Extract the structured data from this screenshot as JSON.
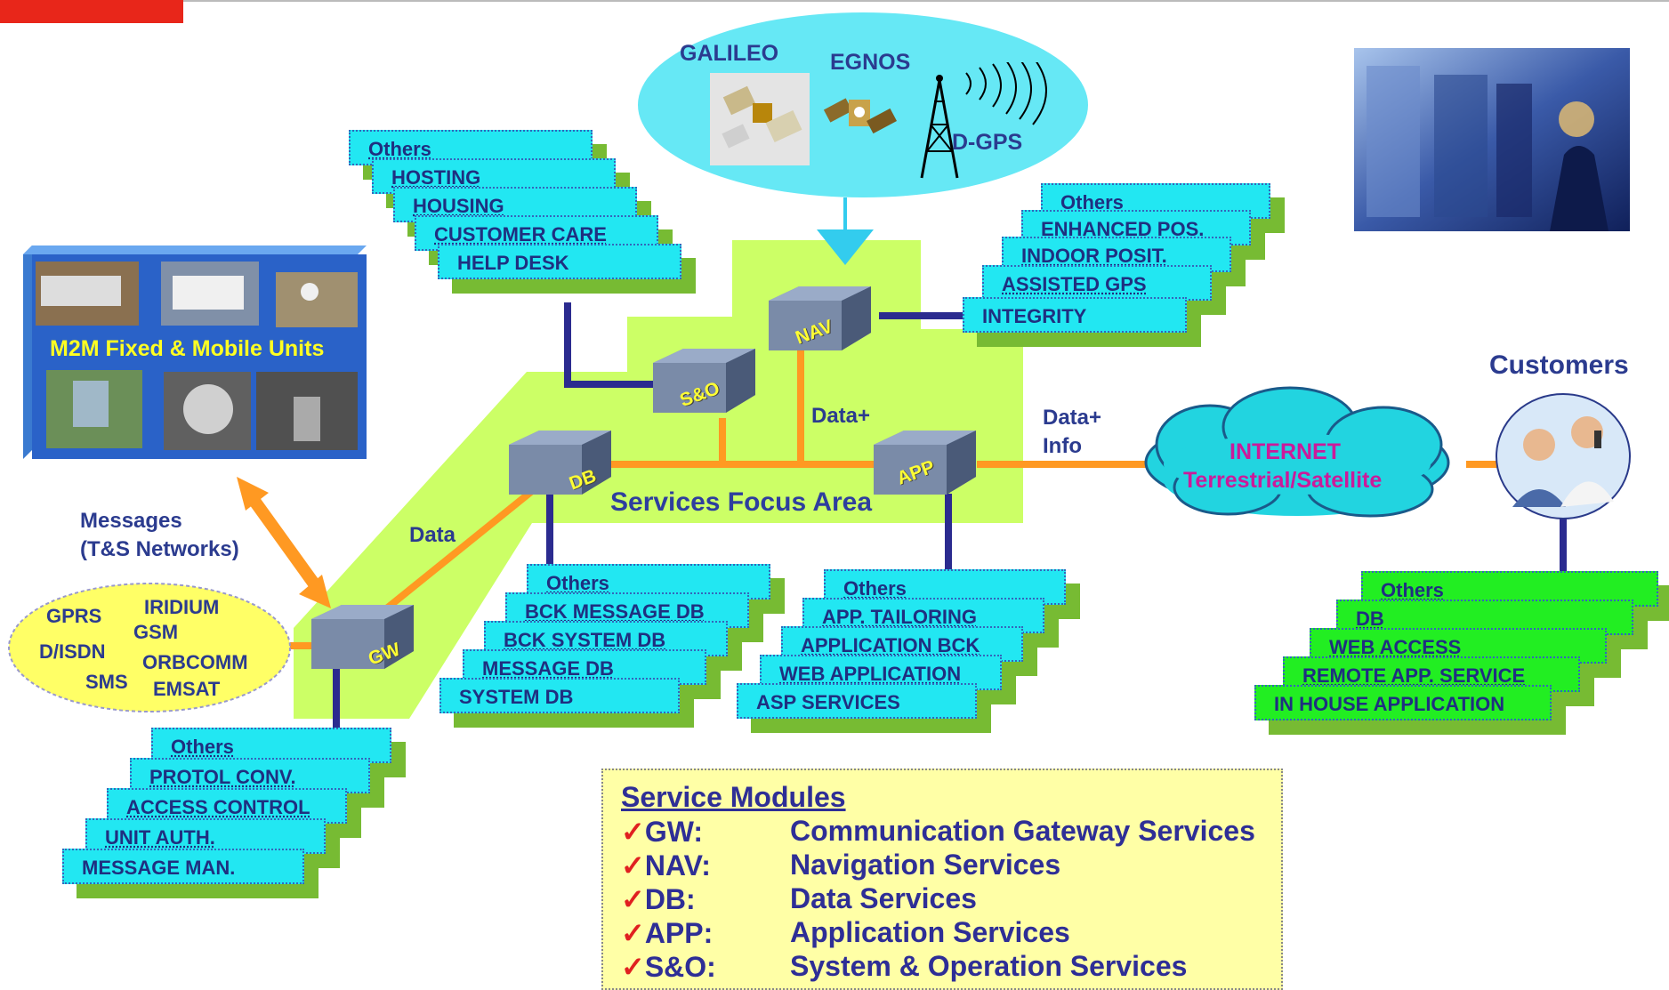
{
  "modules": {
    "gw": "GW",
    "nav": "NAV",
    "db": "DB",
    "app": "APP",
    "so": "S&O"
  },
  "satellites": {
    "galileo": "GALILEO",
    "egnos": "EGNOS",
    "dgps": "D-GPS"
  },
  "m2m": {
    "title": "M2M Fixed & Mobile Units"
  },
  "labels": {
    "messages": "Messages",
    "ts_networks": "(T&S Networks)",
    "data": "Data",
    "data_plus": "Data+",
    "data_plus_info_1": "Data+",
    "data_plus_info_2": "Info",
    "services_focus_area": "Services Focus Area",
    "customers": "Customers",
    "internet": "INTERNET",
    "terrestrial": "Terrestrial/Satellite"
  },
  "networks": [
    "GPRS",
    "IRIDIUM",
    "GSM",
    "D/ISDN",
    "ORBCOMM",
    "SMS",
    "EMSAT"
  ],
  "stacks": {
    "so": [
      "Others",
      "HOSTING",
      "HOUSING",
      "CUSTOMER CARE",
      "HELP DESK"
    ],
    "nav": [
      "Others",
      "ENHANCED POS.",
      "INDOOR POSIT.",
      "ASSISTED GPS",
      "INTEGRITY"
    ],
    "db": [
      "Others",
      "BCK MESSAGE DB",
      "BCK SYSTEM DB",
      "MESSAGE DB",
      "SYSTEM DB"
    ],
    "app": [
      "Others",
      "APP. TAILORING",
      "APPLICATION BCK",
      "WEB APPLICATION",
      "ASP SERVICES"
    ],
    "gw": [
      "Others",
      "PROTOL CONV.",
      "ACCESS CONTROL",
      "UNIT AUTH.",
      "MESSAGE MAN."
    ],
    "customer": [
      "Others",
      "DB",
      "WEB ACCESS",
      "REMOTE APP. SERVICE",
      "IN HOUSE APPLICATION"
    ]
  },
  "legend": {
    "title": "Service Modules",
    "check": "✓",
    "rows": [
      {
        "key": "GW:",
        "desc": "Communication Gateway Services"
      },
      {
        "key": "NAV:",
        "desc": "Navigation Services"
      },
      {
        "key": "DB:",
        "desc": "Data Services"
      },
      {
        "key": "APP:",
        "desc": "Application Services"
      },
      {
        "key": "S&O:",
        "desc": "System & Operation Services"
      }
    ]
  },
  "colors": {
    "accent_red": "#e8261a",
    "focus_area": "#ccff66",
    "wire_orange": "#ff9922",
    "wire_navy": "#2b2b8f",
    "card_cyan": "#22e7f2",
    "card_green": "#22ee22",
    "card_shadow": "#77bb33"
  }
}
